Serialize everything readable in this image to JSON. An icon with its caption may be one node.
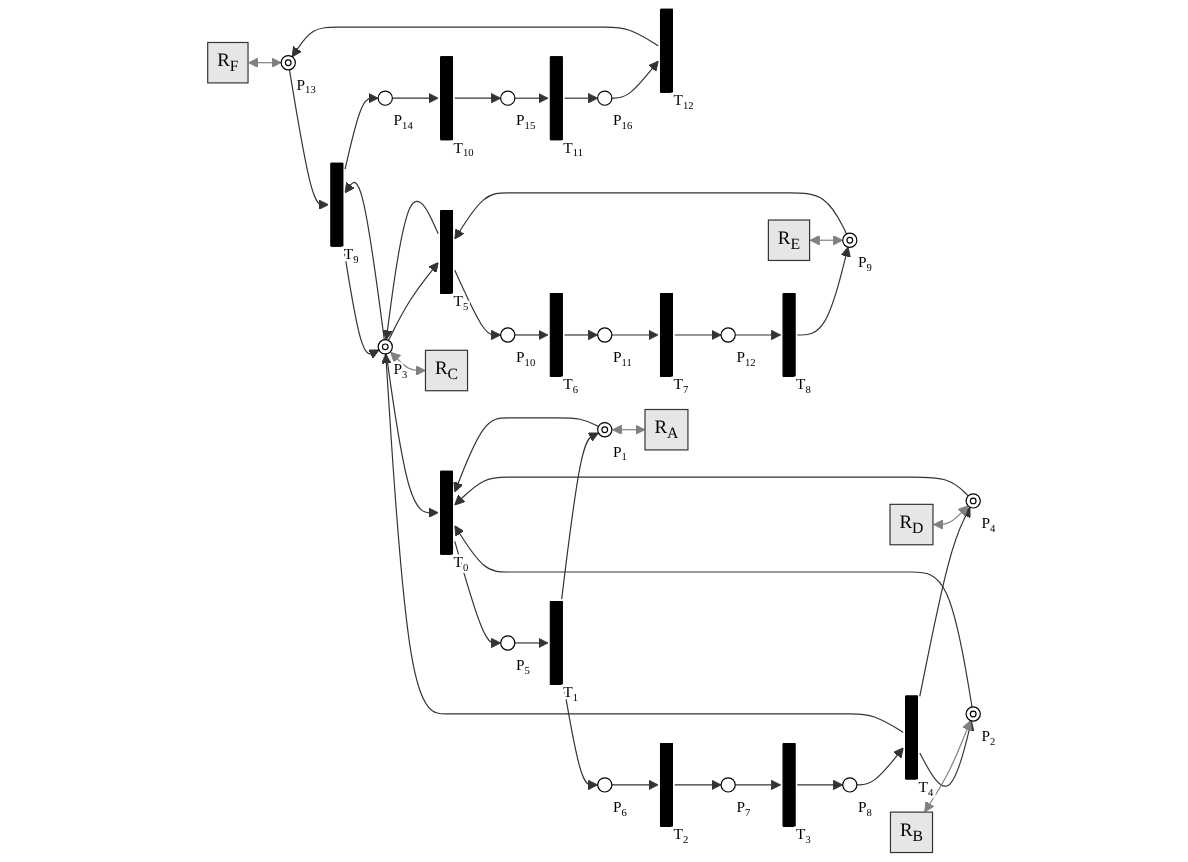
{
  "diagram": {
    "nodes": [
      {
        "text": [
          "R$_{F}$"
        ]
      },
      {
        "text": [],
        "shape": "token-circle",
        "beside": [
          "P$_{13}$"
        ]
      },
      {
        "text": [],
        "shape": "bar",
        "beside": [
          "T$_{9}$"
        ]
      },
      {
        "text": [],
        "shape": "circle",
        "beside": [
          "P$_{14}$"
        ]
      },
      {
        "text": [],
        "shape": "bar",
        "beside": [
          "T$_{10}$"
        ]
      },
      {
        "text": [],
        "shape": "circle",
        "beside": [
          "P$_{15}$"
        ]
      },
      {
        "text": [],
        "shape": "bar",
        "beside": [
          "T$_{11}$"
        ]
      },
      {
        "text": [],
        "shape": "circle",
        "beside": [
          "P$_{16}$"
        ]
      },
      {
        "text": [],
        "shape": "bar",
        "beside": [
          "T$_{12}$"
        ]
      },
      {
        "text": [
          "R$_{E}$"
        ]
      },
      {
        "text": [],
        "shape": "token-circle",
        "beside": [
          "P$_{9}$"
        ]
      },
      {
        "text": [],
        "shape": "bar",
        "beside": [
          "T$_{5}$"
        ]
      },
      {
        "text": [],
        "shape": "circle",
        "beside": [
          "P$_{10}$"
        ]
      },
      {
        "text": [],
        "shape": "bar",
        "beside": [
          "T$_{6}$"
        ]
      },
      {
        "text": [],
        "shape": "circle",
        "beside": [
          "P$_{11}$"
        ]
      },
      {
        "text": [],
        "shape": "bar",
        "beside": [
          "T$_{7}$"
        ]
      },
      {
        "text": [],
        "shape": "circle",
        "beside": [
          "P$_{12}$"
        ]
      },
      {
        "text": [],
        "shape": "bar",
        "beside": [
          "T$_{8}$"
        ]
      },
      {
        "text": [
          "R$_{C}$"
        ]
      },
      {
        "text": [],
        "shape": "token-circle",
        "beside": [
          "P$_{3}$"
        ]
      },
      {
        "text": [],
        "shape": "token-circle",
        "beside": [
          "P$_{4}$"
        ]
      },
      {
        "text": [
          "R$_{D}$"
        ]
      },
      {
        "text": [
          "R$_{B}$"
        ]
      },
      {
        "text": [],
        "shape": "token-circle",
        "beside": [
          "P$_{2}$"
        ]
      },
      {
        "text": [],
        "shape": "bar",
        "beside": [
          "T$_{0}$"
        ]
      },
      {
        "text": [],
        "shape": "circle",
        "beside": [
          "P$_{5}$"
        ]
      },
      {
        "text": [],
        "shape": "bar",
        "beside": [
          "T$_{1}$"
        ]
      },
      {
        "text": [],
        "shape": "circle",
        "beside": [
          "P$_{6}$"
        ]
      },
      {
        "text": [],
        "shape": "bar",
        "beside": [
          "T$_{2}$"
        ]
      },
      {
        "text": [],
        "shape": "circle",
        "beside": [
          "P$_{7}$"
        ]
      },
      {
        "text": [],
        "shape": "bar",
        "beside": [
          "T$_{3}$"
        ]
      },
      {
        "text": [],
        "shape": "circle",
        "beside": [
          "P$_{8}$"
        ]
      },
      {
        "text": [],
        "shape": "bar",
        "beside": [
          "T$_{4}$"
        ]
      },
      {
        "text": [],
        "shape": "token-circle",
        "beside": [
          "P$_{1}$"
        ]
      },
      {
        "text": [
          "R$_{A}$"
        ]
      }
    ],
    "edges": [
      {
        "from": 1,
        "to": 2,
        "arrow": "to"
      },
      {
        "from": 2,
        "to": 3,
        "arrow": "to"
      },
      {
        "from": 3,
        "to": 4,
        "arrow": "to"
      },
      {
        "from": 4,
        "to": 5,
        "arrow": "to"
      },
      {
        "from": 5,
        "to": 6,
        "arrow": "to"
      },
      {
        "from": 6,
        "to": 7,
        "arrow": "to"
      },
      {
        "from": 7,
        "to": 8,
        "arrow": "to"
      },
      {
        "from": 8,
        "to": 1,
        "arrow": "to"
      },
      {
        "from": 2,
        "to": 19,
        "arrow": "to"
      },
      {
        "from": 19,
        "to": 2,
        "arrow": "to"
      },
      {
        "from": 10,
        "to": 11,
        "arrow": "to"
      },
      {
        "from": 11,
        "to": 12,
        "arrow": "to"
      },
      {
        "from": 12,
        "to": 13,
        "arrow": "to"
      },
      {
        "from": 13,
        "to": 14,
        "arrow": "to"
      },
      {
        "from": 14,
        "to": 15,
        "arrow": "to"
      },
      {
        "from": 15,
        "to": 16,
        "arrow": "to"
      },
      {
        "from": 16,
        "to": 17,
        "arrow": "to"
      },
      {
        "from": 17,
        "to": 10,
        "arrow": "to"
      },
      {
        "from": 19,
        "to": 11,
        "arrow": "to"
      },
      {
        "from": 11,
        "to": 19,
        "arrow": "to"
      },
      {
        "from": 20,
        "to": 24,
        "arrow": "to"
      },
      {
        "from": 19,
        "to": 24,
        "arrow": "to"
      },
      {
        "from": 23,
        "to": 24,
        "arrow": "to"
      },
      {
        "from": 33,
        "to": 24,
        "arrow": "to"
      },
      {
        "from": 24,
        "to": 25,
        "arrow": "to"
      },
      {
        "from": 25,
        "to": 26,
        "arrow": "to"
      },
      {
        "from": 26,
        "to": 27,
        "arrow": "to"
      },
      {
        "from": 26,
        "to": 33,
        "arrow": "to"
      },
      {
        "from": 27,
        "to": 28,
        "arrow": "to"
      },
      {
        "from": 28,
        "to": 29,
        "arrow": "to"
      },
      {
        "from": 29,
        "to": 30,
        "arrow": "to"
      },
      {
        "from": 30,
        "to": 31,
        "arrow": "to"
      },
      {
        "from": 31,
        "to": 32,
        "arrow": "to"
      },
      {
        "from": 32,
        "to": 20,
        "arrow": "to"
      },
      {
        "from": 32,
        "to": 23,
        "arrow": "to"
      },
      {
        "from": 32,
        "to": 19,
        "arrow": "to"
      },
      {
        "from": 0,
        "to": 1,
        "arrow": "both",
        "color": "#808080"
      },
      {
        "from": 9,
        "to": 10,
        "arrow": "both",
        "color": "#808080"
      },
      {
        "from": 19,
        "to": 18,
        "arrow": "both",
        "color": "#808080"
      },
      {
        "from": 21,
        "to": 20,
        "arrow": "both",
        "color": "#808080"
      },
      {
        "from": 22,
        "to": 23,
        "arrow": "both",
        "color": "#808080"
      },
      {
        "from": 33,
        "to": 34,
        "arrow": "both",
        "color": "#808080"
      }
    ]
  }
}
